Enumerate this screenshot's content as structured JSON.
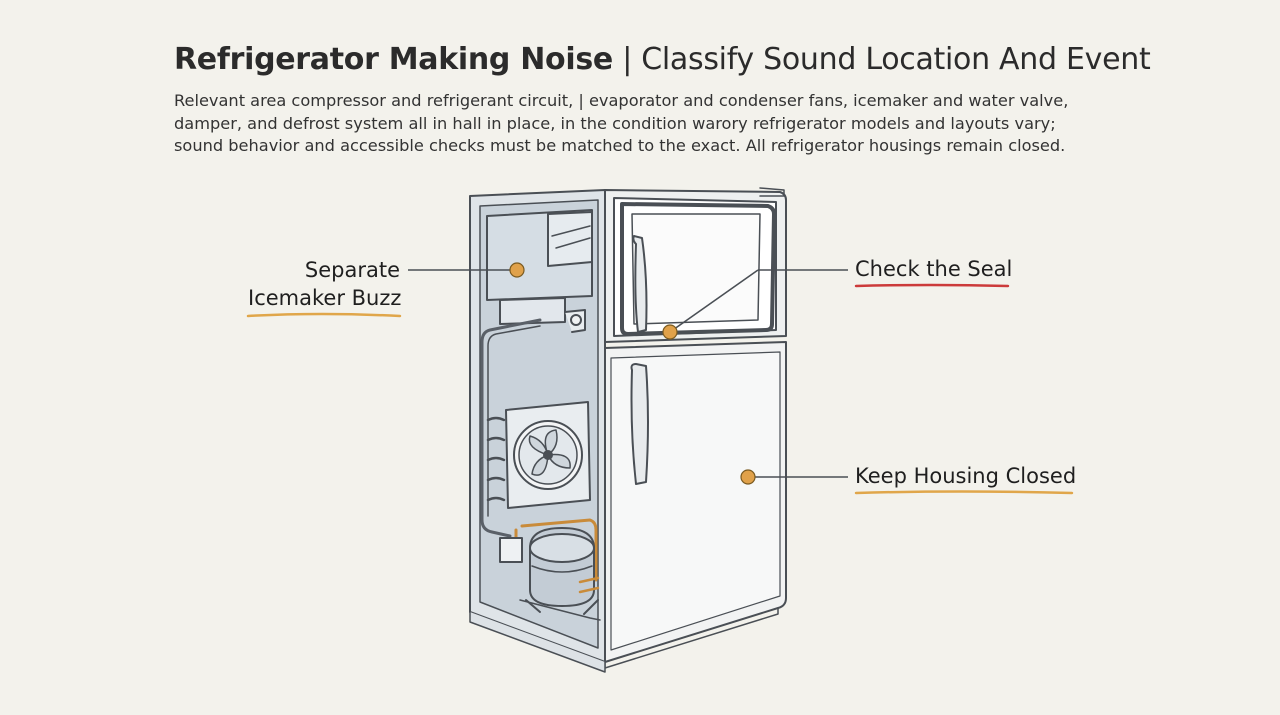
{
  "title": {
    "bold": "Refrigerator Making Noise",
    "separator": " | ",
    "rest": "Classify Sound Location And Event"
  },
  "description": [
    "Relevant area compressor and refrigerant circuit, | evaporator and condenser fans, icemaker and water valve,",
    "damper, and defrost system all in hall in place, in the condition warory refrigerator models and layouts vary;",
    "sound behavior and accessible checks must be matched to the exact. All refrigerator housings remain closed."
  ],
  "callouts": {
    "icemaker": {
      "line1": "Separate",
      "line2": "Icemaker Buzz",
      "underline_color": "#e0a64a"
    },
    "seal": {
      "label": "Check the Seal",
      "underline_color": "#cc3b3b"
    },
    "housing": {
      "label": "Keep Housing Closed",
      "underline_color": "#e0a64a"
    }
  },
  "colors": {
    "marker": "#e0a14a",
    "outline": "#4a4f55",
    "fridge_body": "#eef0f0",
    "interior": "#c9d2da",
    "background": "#f3f2ec"
  }
}
